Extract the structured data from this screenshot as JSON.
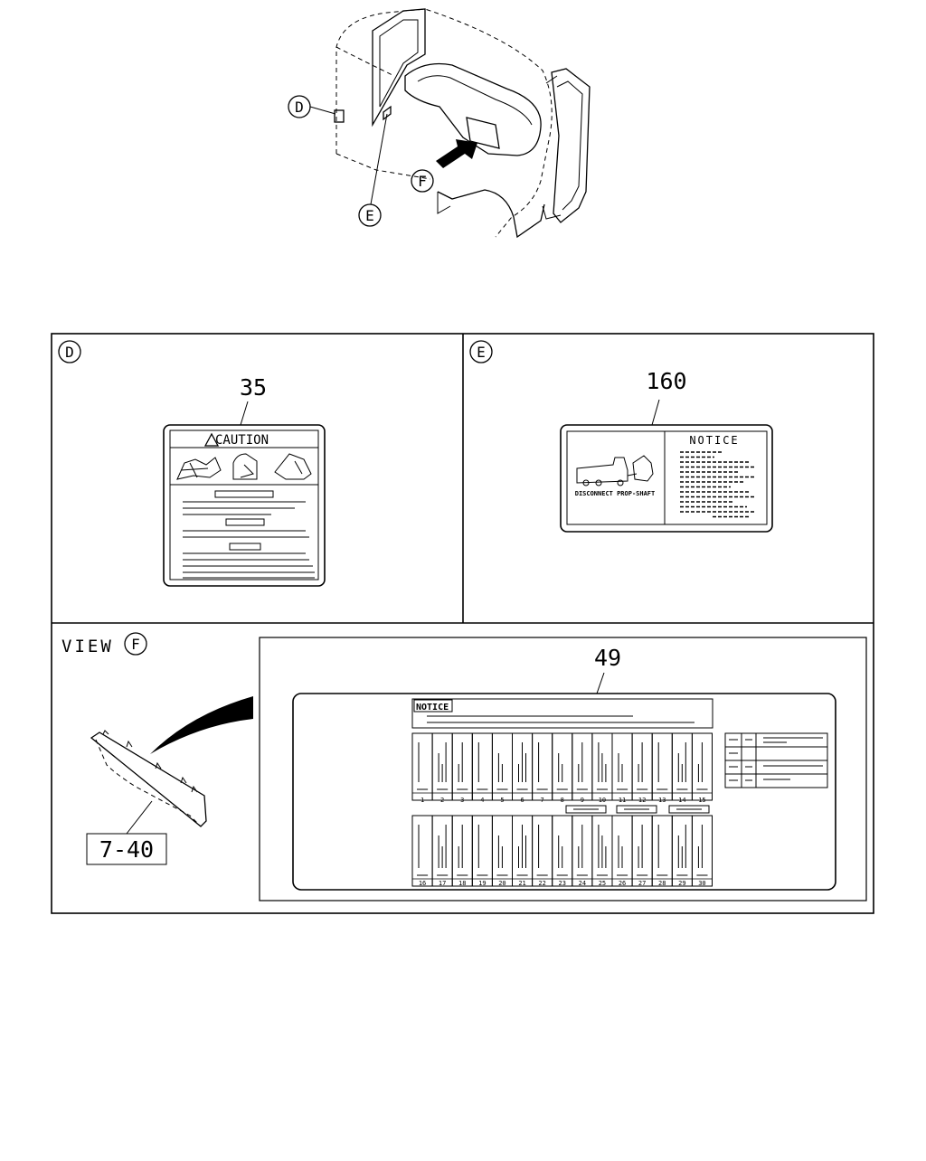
{
  "callouts": {
    "d": "D",
    "e": "E",
    "f": "F"
  },
  "panel_d": {
    "ref": "35",
    "caution_title": "CAUTION"
  },
  "panel_e": {
    "ref": "160",
    "notice_title": "NOTICE",
    "caption": "DISCONNECT PROP-SHAFT"
  },
  "panel_f": {
    "view_label": "VIEW",
    "ref": "49",
    "part_ref": "7-40",
    "notice_title": "NOTICE",
    "fuse_numbers_top": [
      "1",
      "2",
      "3",
      "4",
      "5",
      "6",
      "7",
      "8",
      "9",
      "10",
      "11",
      "12",
      "13",
      "14",
      "15"
    ],
    "fuse_numbers_bottom": [
      "16",
      "17",
      "18",
      "19",
      "20",
      "21",
      "22",
      "23",
      "24",
      "25",
      "26",
      "27",
      "28",
      "29",
      "30"
    ]
  }
}
